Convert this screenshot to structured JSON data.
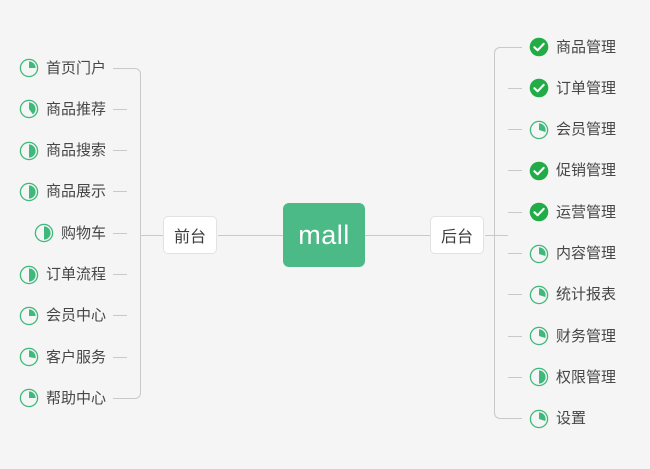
{
  "diagram": {
    "type": "mind-map",
    "background_color": "#f5f5f5",
    "root": {
      "label": "mall",
      "color": "#4cba87",
      "text_color": "#ffffff"
    },
    "branches": [
      {
        "label": "前台",
        "side": "left"
      },
      {
        "label": "后台",
        "side": "right"
      }
    ],
    "legend": {
      "done_color": "#22ac47",
      "progress_color": "#3fb97b",
      "done_icon": "check-circle-icon",
      "progress_icon": "pie-progress-icon"
    },
    "left_items": [
      {
        "label": "首页门户",
        "icon": "pie-progress-icon",
        "progress": 25
      },
      {
        "label": "商品推荐",
        "icon": "pie-progress-icon",
        "progress": 40
      },
      {
        "label": "商品搜索",
        "icon": "pie-progress-icon",
        "progress": 50
      },
      {
        "label": "商品展示",
        "icon": "pie-progress-icon",
        "progress": 50
      },
      {
        "label": "购物车",
        "icon": "pie-progress-icon",
        "progress": 50
      },
      {
        "label": "订单流程",
        "icon": "pie-progress-icon",
        "progress": 50
      },
      {
        "label": "会员中心",
        "icon": "pie-progress-icon",
        "progress": 25
      },
      {
        "label": "客户服务",
        "icon": "pie-progress-icon",
        "progress": 28
      },
      {
        "label": "帮助中心",
        "icon": "pie-progress-icon",
        "progress": 25
      }
    ],
    "right_items": [
      {
        "label": "商品管理",
        "icon": "check-circle-icon",
        "progress": 100
      },
      {
        "label": "订单管理",
        "icon": "check-circle-icon",
        "progress": 100
      },
      {
        "label": "会员管理",
        "icon": "pie-progress-icon",
        "progress": 30
      },
      {
        "label": "促销管理",
        "icon": "check-circle-icon",
        "progress": 100
      },
      {
        "label": "运营管理",
        "icon": "check-circle-icon",
        "progress": 100
      },
      {
        "label": "内容管理",
        "icon": "pie-progress-icon",
        "progress": 30
      },
      {
        "label": "统计报表",
        "icon": "pie-progress-icon",
        "progress": 30
      },
      {
        "label": "财务管理",
        "icon": "pie-progress-icon",
        "progress": 30
      },
      {
        "label": "权限管理",
        "icon": "pie-progress-icon",
        "progress": 50
      },
      {
        "label": "设置",
        "icon": "pie-progress-icon",
        "progress": 30
      }
    ]
  }
}
